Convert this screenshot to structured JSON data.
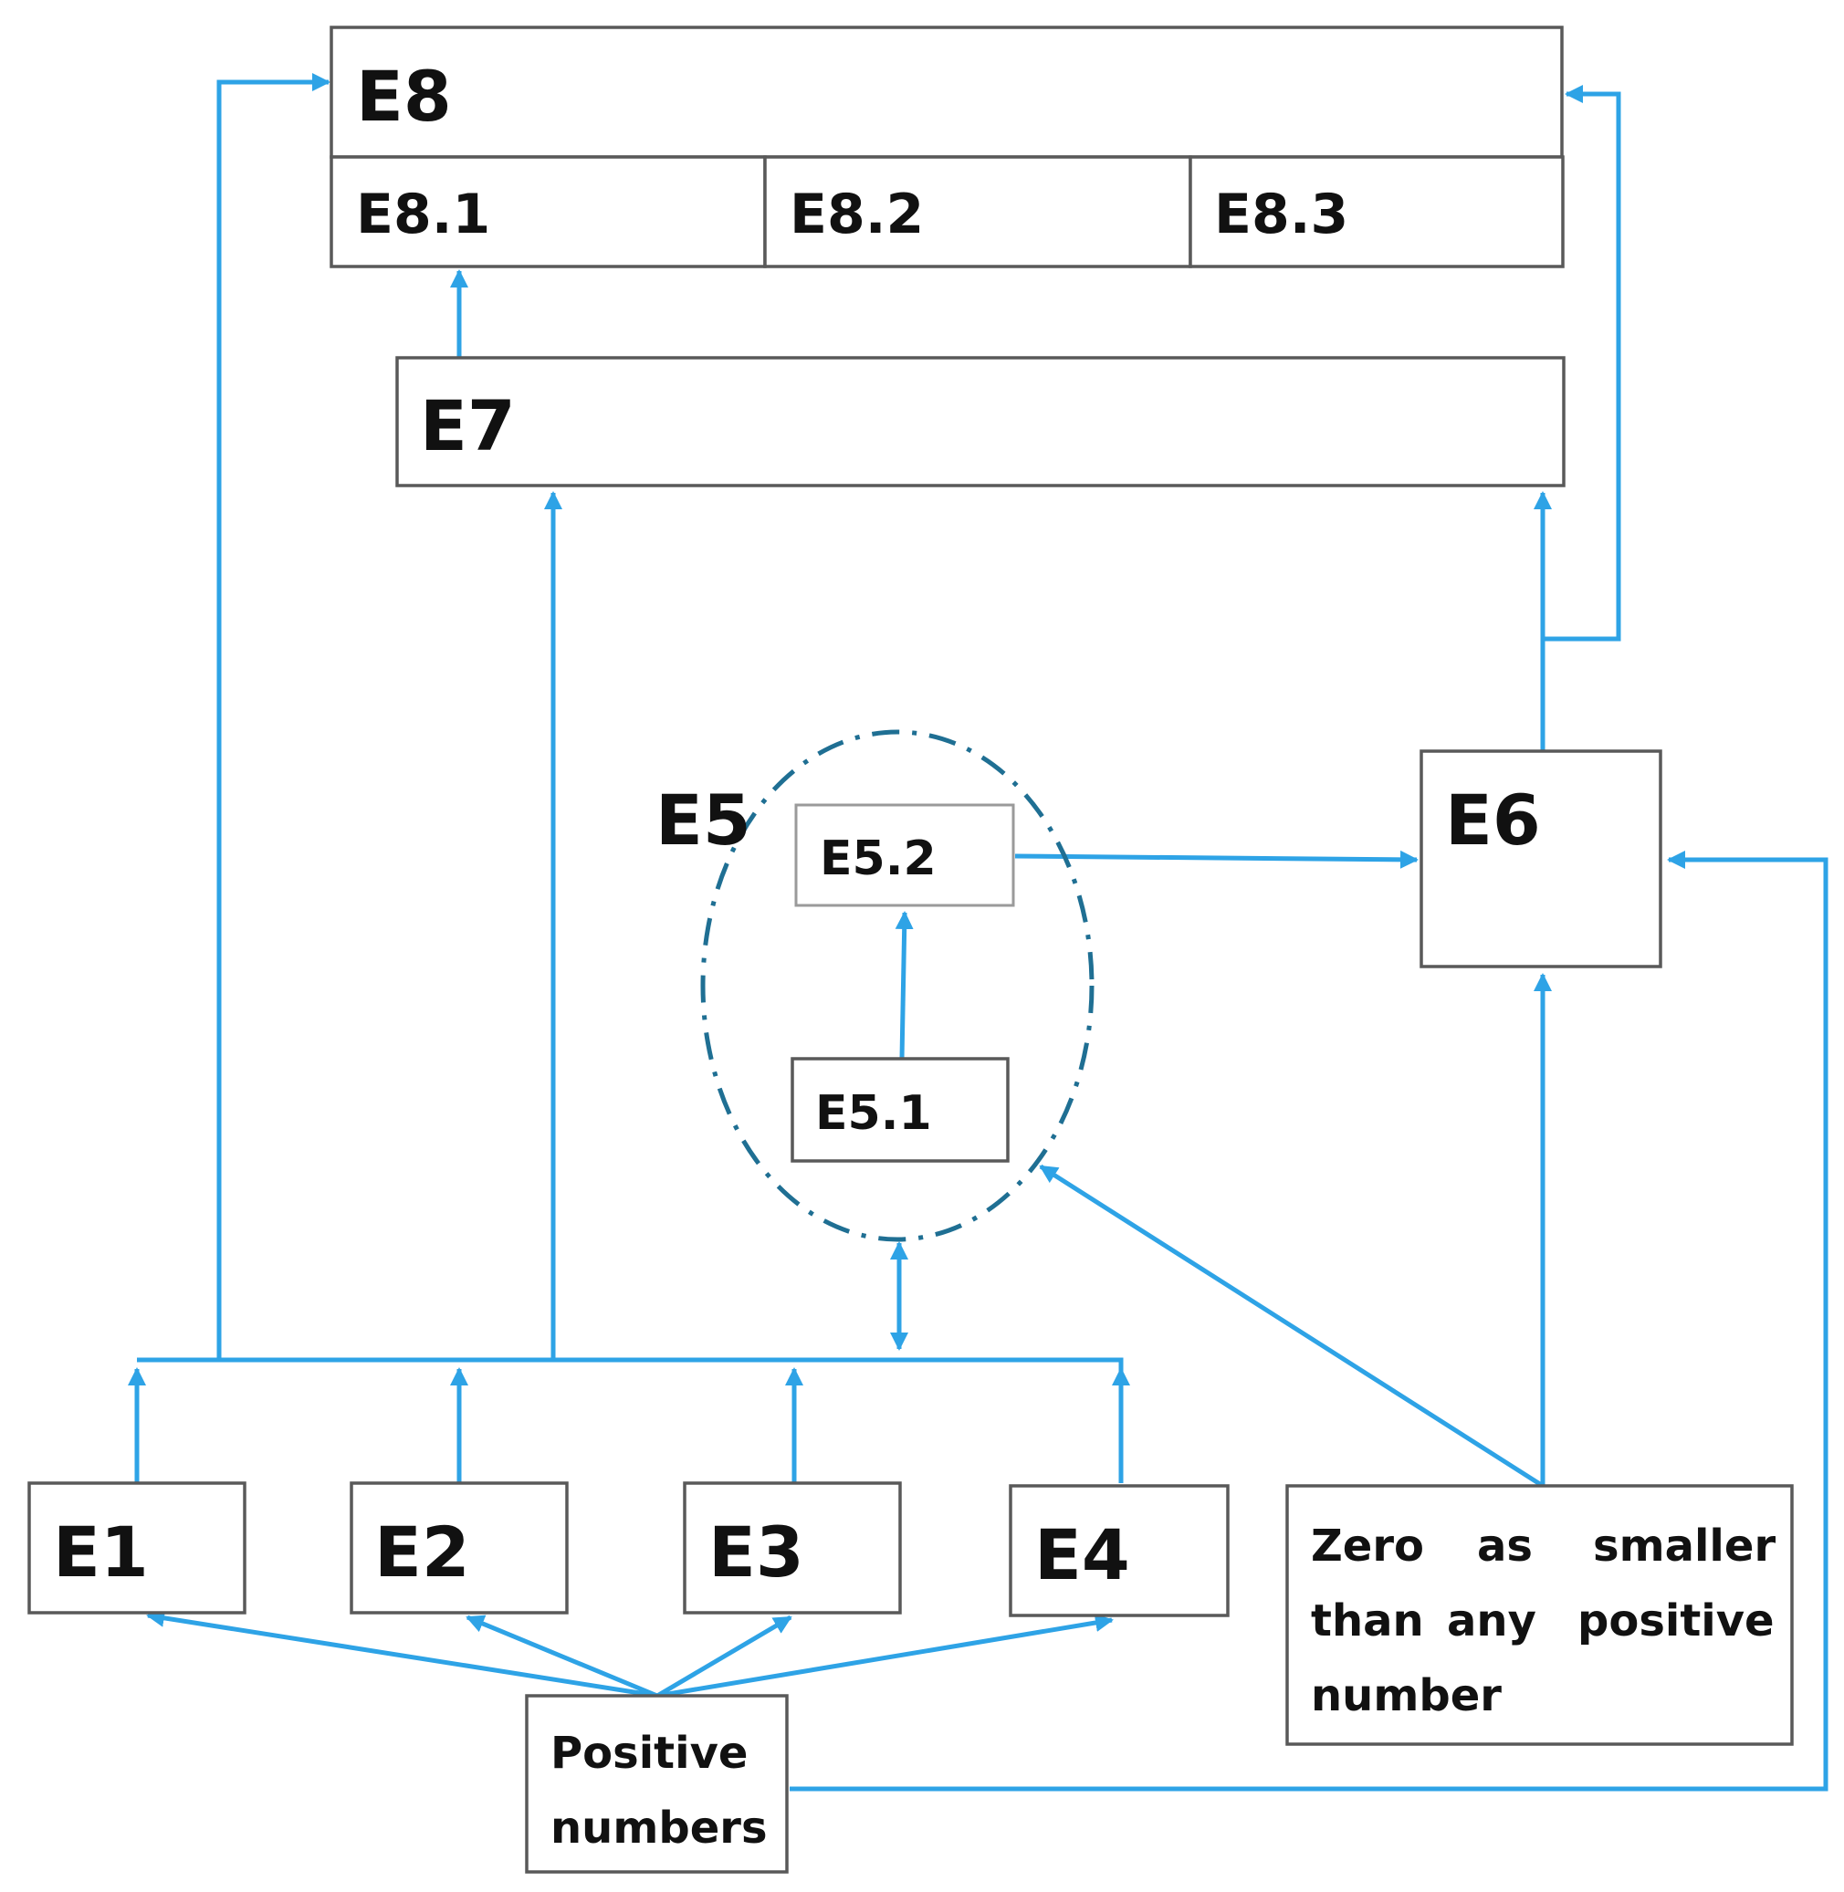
{
  "colors": {
    "connector": "#2ea3e6",
    "box_border": "#595959",
    "ellipse": "#1f6f93"
  },
  "boxes": {
    "e8": "E8",
    "e8_1": "E8.1",
    "e8_2": "E8.2",
    "e8_3": "E8.3",
    "e7": "E7",
    "e5": "E5",
    "e5_2": "E5.2",
    "e5_1": "E5.1",
    "e6": "E6",
    "e1": "E1",
    "e2": "E2",
    "e3": "E3",
    "e4": "E4",
    "zero": [
      "Zero",
      "as",
      "smaller",
      "than",
      "any",
      "positive",
      "number"
    ],
    "positive": [
      "Positive",
      "numbers"
    ]
  }
}
